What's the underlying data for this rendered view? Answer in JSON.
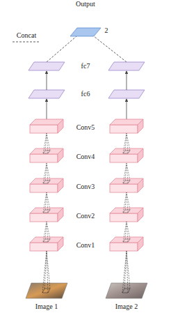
{
  "diagram": {
    "nodes": [
      {
        "text": [
          "Output"
        ]
      }
    ],
    "labels": [
      "2",
      "fc7",
      "fc6",
      "Conv5",
      "Conv4",
      "Conv3",
      "Conv2",
      "Conv1",
      "Image 1",
      "Image 2"
    ],
    "legend": [
      {
        "text": "Concat"
      }
    ]
  }
}
